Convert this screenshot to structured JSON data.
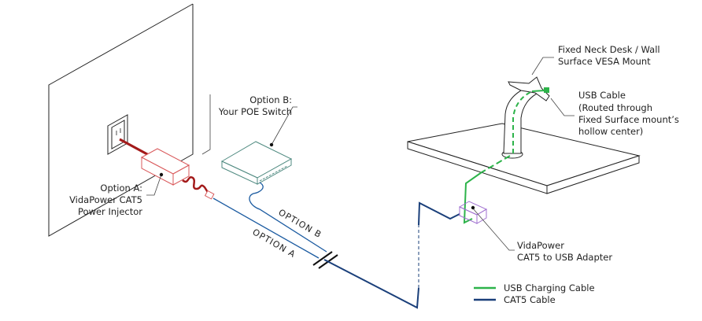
{
  "labels": {
    "vesa_mount": [
      "Fixed Neck Desk / Wall",
      "Surface VESA Mount"
    ],
    "usb_cable": [
      "USB Cable",
      "(Routed through",
      "Fixed Surface mount’s",
      "hollow center)"
    ],
    "option_b": [
      "Option B:",
      "Your POE Switch"
    ],
    "option_a": [
      "Option A:",
      "VidaPower CAT5",
      "Power Injector"
    ],
    "adapter": [
      "VidaPower",
      "CAT5 to USB Adapter"
    ],
    "cable_option_b": "OPTION  B",
    "cable_option_a": "OPTION  A"
  },
  "legend": [
    {
      "label": "USB Charging Cable",
      "color": "#2db34a"
    },
    {
      "label": "CAT5 Cable",
      "color": "#1a3f7a"
    }
  ],
  "colors": {
    "power_cord": "#a31a1a",
    "injector": "#d9595b",
    "switch": "#4f8a80",
    "adapter": "#a070d0",
    "cat5": "#1a3f7a",
    "usb": "#2db34a"
  }
}
